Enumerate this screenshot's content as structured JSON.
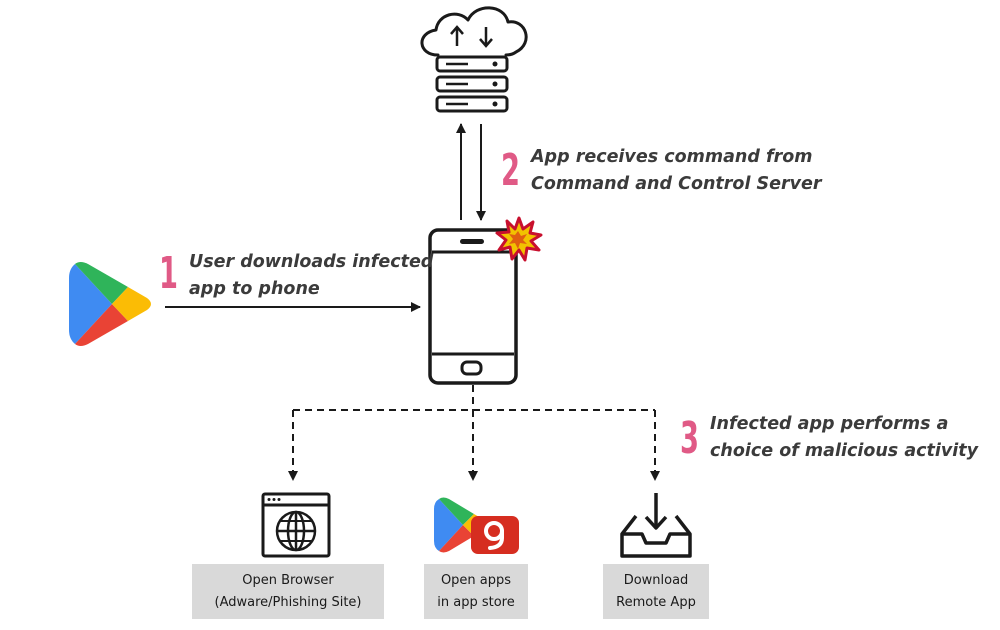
{
  "colors": {
    "accent": "#e05a86",
    "stroke": "#1a1a1a",
    "label_bg": "#d9d9d9",
    "text": "#3b3b3b"
  },
  "steps": [
    {
      "number": "1",
      "lines": [
        "User downloads infected",
        "app to phone"
      ]
    },
    {
      "number": "2",
      "lines": [
        "App receives command from",
        "Command and Control Server"
      ]
    },
    {
      "number": "3",
      "lines": [
        "Infected app performs a",
        "choice of malicious activity"
      ]
    }
  ],
  "options": [
    {
      "icon": "browser-globe-icon",
      "lines": [
        "Open Browser",
        "(Adware/Phishing Site)"
      ]
    },
    {
      "icon": "app-store-icon",
      "lines": [
        "Open apps",
        "in app store"
      ]
    },
    {
      "icon": "download-tray-icon",
      "lines": [
        "Download",
        "Remote App"
      ]
    }
  ],
  "icons": {
    "server": "cloud-server-icon",
    "phone": "smartphone-icon",
    "store": "google-play-icon",
    "infection": "explosion-burst-icon"
  }
}
